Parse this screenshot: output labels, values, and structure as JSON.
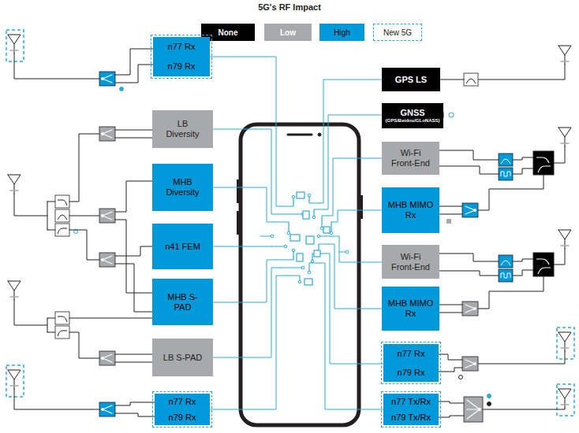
{
  "diagram": {
    "title": "5G's RF Impact",
    "nodes": [
      {
        "text": [
          "n77 Rx",
          "n79 Rx"
        ]
      },
      {
        "text": [
          "LB Diversity"
        ]
      },
      {
        "text": [
          "MHB Diversity"
        ]
      },
      {
        "text": [
          "n41 FEM"
        ]
      },
      {
        "text": [
          "MHB S-PAD"
        ]
      },
      {
        "text": [
          "LB S-PAD"
        ]
      },
      {
        "text": [
          "n77 Rx",
          "n79 Rx"
        ]
      },
      {
        "text": [
          "GPS LS"
        ]
      },
      {
        "text": [
          "GNSS",
          "(GPS/Beidou/GLoNASS)"
        ]
      },
      {
        "text": [
          "Wi-Fi Front-End"
        ]
      },
      {
        "text": [
          "MHB MIMO Rx"
        ]
      },
      {
        "text": [
          "Wi-Fi Front-End"
        ]
      },
      {
        "text": [
          "MHB MIMO Rx"
        ]
      },
      {
        "text": [
          "n77 Rx",
          "n79 Rx"
        ]
      },
      {
        "text": [
          "n77 Tx/Rx",
          "n79 Tx/Rx"
        ]
      }
    ],
    "legend": [
      {
        "text": "None",
        "color": "#000000"
      },
      {
        "text": "Low",
        "color": "#a7a9ac"
      },
      {
        "text": "High",
        "color": "#0099da"
      },
      {
        "text": "New 5G"
      }
    ]
  }
}
